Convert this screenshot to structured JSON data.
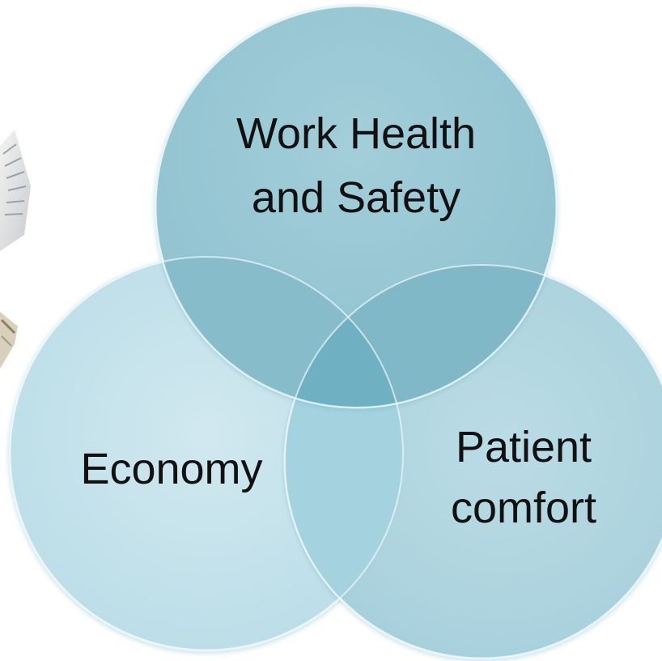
{
  "diagram": {
    "circles": [
      {
        "id": "work-health-safety",
        "lines": [
          "Work Health",
          "and Safety"
        ],
        "color": "#8fc4d3"
      },
      {
        "id": "economy",
        "lines": [
          "Economy"
        ],
        "color": "#c2e1ea"
      },
      {
        "id": "patient-comfort",
        "lines": [
          "Patient",
          "comfort"
        ],
        "color": "#a9d2de"
      }
    ],
    "overlap_color": "#6fb0c3",
    "background_fragments": [
      "document-photo-fragment",
      "pen-photo-fragment"
    ]
  }
}
